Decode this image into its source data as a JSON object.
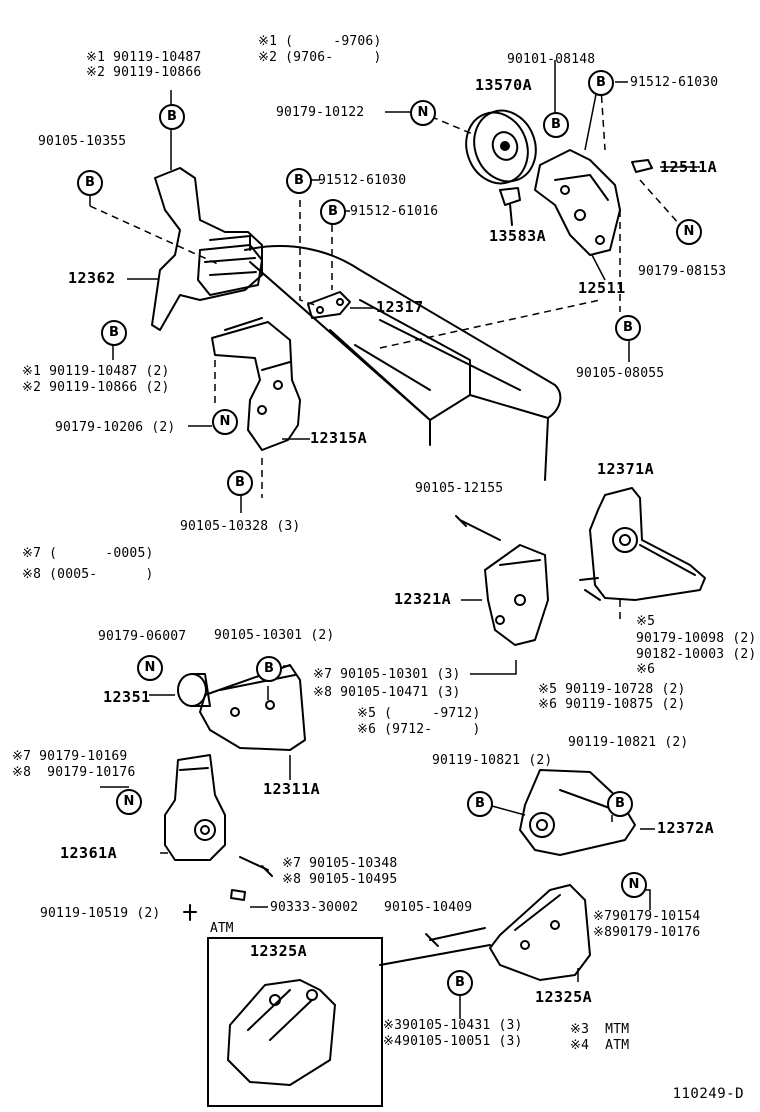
{
  "diagram": {
    "code": "110249-D",
    "atm_label": "ATM",
    "badge_b": "B",
    "badge_n": "N",
    "notes": {
      "n1": "※1 (     -9706)",
      "n2": "※2 (9706-     )",
      "n7": "※7 (      -0005)",
      "n8": "※8 (0005-      )",
      "n5": "※5 (     -9712)",
      "n6": "※6 (9712-     )",
      "n3": "※3  MTM",
      "n4": "※4  ATM"
    },
    "parts": {
      "p01": "※1 90119-10487",
      "p02": "※2 90119-10866",
      "p03": "90105-10355",
      "p04": "90101-08148",
      "p05": "13570A",
      "p06": "91512-61030",
      "p07": "90179-10122",
      "p08": "12511A",
      "p09": "91512-61030",
      "p10": "91512-61016",
      "p11": "13583A",
      "p12": "90179-08153",
      "p13": "12362",
      "p14": "12317",
      "p15": "12511",
      "p16": "※1 90119-10487 (2)",
      "p17": "※2 90119-10866 (2)",
      "p18": "90105-08055",
      "p19": "90179-10206 (2)",
      "p20": "12315A",
      "p21": "12371A",
      "p22": "90105-12155",
      "p23": "90105-10328 (3)",
      "p24": "12321A",
      "p25": "※5",
      "p26": "90179-10098 (2)",
      "p27": "90182-10003 (2)",
      "p28": "※6",
      "p29": "90179-06007",
      "p30": "90105-10301 (2)",
      "p31": "※7 90105-10301 (3)",
      "p32": "※8 90105-10471 (3)",
      "p33": "12351",
      "p34": "※5 90119-10728 (2)",
      "p35": "※6 90119-10875 (2)",
      "p36": "※7 90179-10169",
      "p37": "※8  90179-10176",
      "p38": "12311A",
      "p39": "90119-10821 (2)",
      "p40": "90119-10821 (2)",
      "p41": "12361A",
      "p42": "※7 90105-10348",
      "p43": "※8 90105-10495",
      "p44": "12372A",
      "p45": "90119-10519 (2)",
      "p46": "90333-30002",
      "p47": "90105-10409",
      "p48": "※790179-10154",
      "p49": "※890179-10176",
      "p50": "12325A",
      "p51": "12325A",
      "p52": "※390105-10431 (3)",
      "p53": "※490105-10051 (3)"
    }
  }
}
